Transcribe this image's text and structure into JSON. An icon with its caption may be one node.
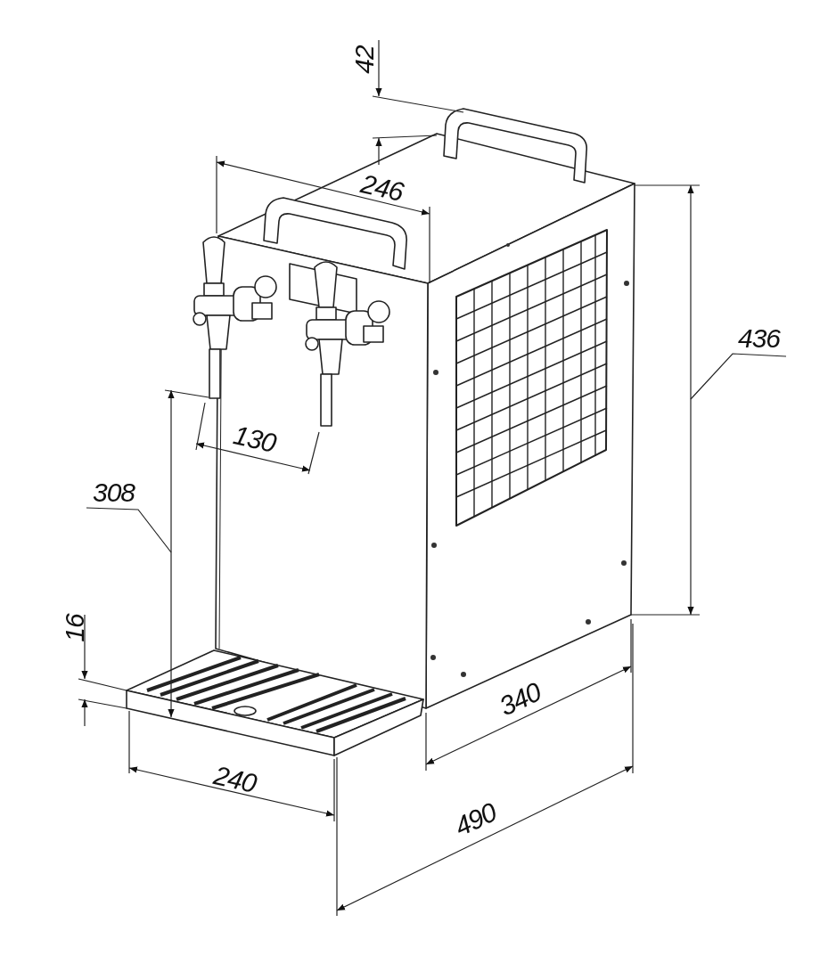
{
  "diagram": {
    "labels": [
      "42",
      "246",
      "436",
      "130",
      "308",
      "16",
      "340",
      "240",
      "490"
    ]
  }
}
